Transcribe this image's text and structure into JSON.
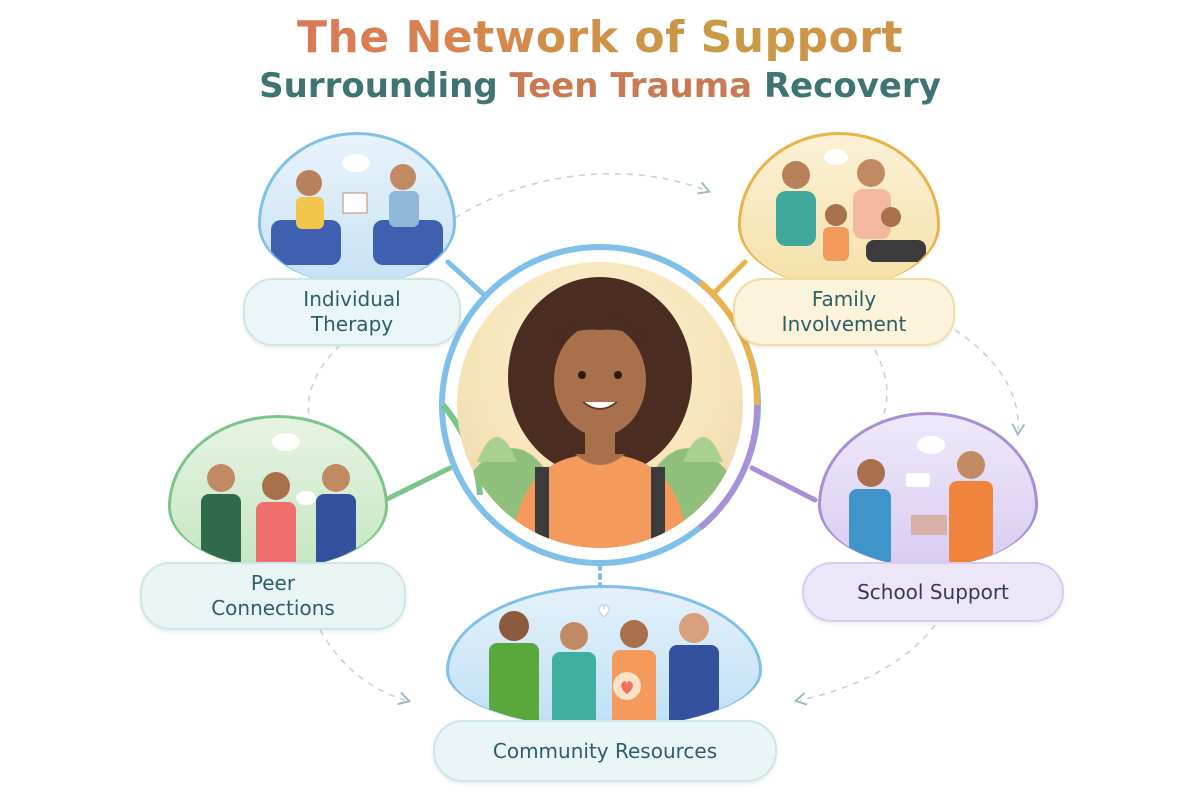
{
  "title": {
    "line1": "The Network of Support",
    "line2_part1": "Surrounding ",
    "line2_highlight": "Teen Trauma",
    "line2_part2": " Recovery"
  },
  "nodes": {
    "individual_therapy": {
      "line1": "Individual",
      "line2": "Therapy",
      "color": "#5fa8d8"
    },
    "family_involvement": {
      "line1": "Family",
      "line2": "Involvement",
      "color": "#e8b040"
    },
    "peer_connections": {
      "line1": "Peer",
      "line2": "Connections",
      "color": "#7cc48a"
    },
    "school_support": {
      "line1": "School Support",
      "color": "#a88fd6"
    },
    "community_resources": {
      "line1": "Community Resources",
      "color": "#5fa8d8"
    }
  },
  "colors": {
    "title_gradient": [
      "#e0607a",
      "#d9814f",
      "#c89b45"
    ],
    "title_line2": "#3f7472",
    "title_highlight": "#c97a55",
    "center_ring": [
      "#7fc0e8",
      "#e9b34a",
      "#a88fd6",
      "#7cc48a"
    ]
  },
  "icons": {
    "center": "teen-portrait-icon",
    "individual_therapy": "therapy-session-icon",
    "family_involvement": "family-group-icon",
    "peer_connections": "peer-group-icon",
    "school_support": "school-meeting-icon",
    "community_resources": "community-group-icon"
  }
}
